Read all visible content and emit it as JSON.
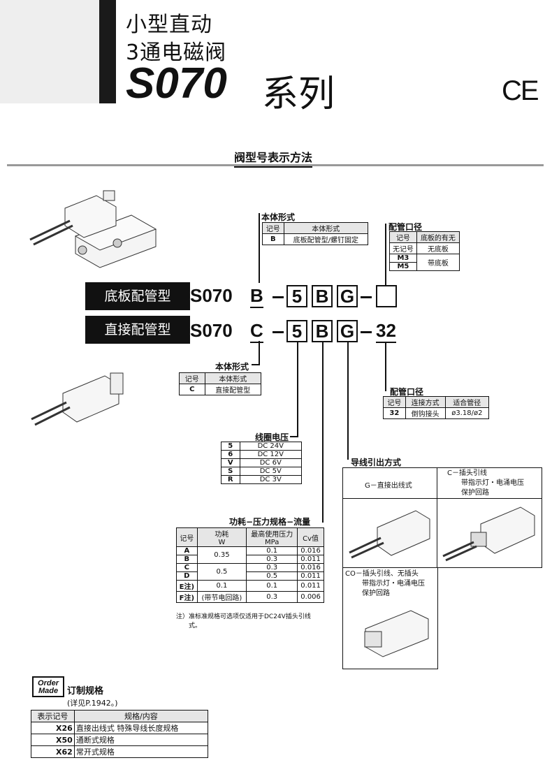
{
  "title": {
    "line1": "小型直动",
    "line2": "3通电磁阀",
    "series": "S070",
    "suffix": "系列",
    "mark": "CE"
  },
  "section": "阀型号表示方法",
  "rows": [
    {
      "label": "底板配管型",
      "model": "S070",
      "body": "B",
      "voltage": "5",
      "power": "B",
      "lead": "G",
      "port": ""
    },
    {
      "label": "直接配管型",
      "model": "S070",
      "body": "C",
      "voltage": "5",
      "power": "B",
      "lead": "G",
      "port": "32"
    }
  ],
  "body_top": {
    "title": "本体形式",
    "headers": [
      "记号",
      "本体形式"
    ],
    "rows": [
      [
        "B",
        "底板配管型/螺钉固定"
      ]
    ]
  },
  "port_top": {
    "title": "配管口径",
    "headers": [
      "记号",
      "底板的有无"
    ],
    "rows": [
      [
        "无记号",
        "无底板"
      ],
      [
        "M3",
        "带底板"
      ],
      [
        "M5",
        ""
      ]
    ]
  },
  "body_bottom": {
    "title": "本体形式",
    "headers": [
      "记号",
      "本体形式"
    ],
    "rows": [
      [
        "C",
        "直接配管型"
      ]
    ]
  },
  "port_bottom": {
    "title": "配管口径",
    "headers": [
      "记号",
      "连接方式",
      "适合管径"
    ],
    "rows": [
      [
        "32",
        "倒钩接头",
        "ø3.18/ø2"
      ]
    ]
  },
  "coil": {
    "title": "线圈电压",
    "rows": [
      [
        "5",
        "DC 24V"
      ],
      [
        "6",
        "DC 12V"
      ],
      [
        "V",
        "DC 6V"
      ],
      [
        "S",
        "DC 5V"
      ],
      [
        "R",
        "DC 3V"
      ]
    ]
  },
  "power_table": {
    "title": "功耗−压力规格−流量",
    "headers": [
      "记号",
      "功耗\nW",
      "最高使用压力\nMPa",
      "Cv值"
    ],
    "rows": [
      [
        "A",
        "0.35",
        "0.1",
        "0.016"
      ],
      [
        "B",
        "",
        "0.3",
        "0.011"
      ],
      [
        "C",
        "0.5",
        "0.3",
        "0.016"
      ],
      [
        "D",
        "",
        "0.5",
        "0.011"
      ],
      [
        "E注)",
        "0.1",
        "0.1",
        "0.011"
      ],
      [
        "F注)",
        "(带节电回路)",
        "0.3",
        "0.006"
      ]
    ],
    "note": "注）准标准规格可选项仅适用于DC24V插头引线\n　　式。"
  },
  "lead": {
    "title": "导线引出方式",
    "g": "G－直接出线式",
    "c": [
      "C－插头引线",
      "带指示灯・电涌电压",
      "保护回路"
    ],
    "co": [
      "CO－插头引线、无插头",
      "带指示灯・电涌电压",
      "保护回路"
    ]
  },
  "order": {
    "badge1": "Order",
    "badge2": "Made",
    "title": "订制规格",
    "ref": "(详见P.1942。)",
    "headers": [
      "表示记号",
      "规格/内容"
    ],
    "rows": [
      [
        "X26",
        "直接出线式  特殊导线长度规格"
      ],
      [
        "X50",
        "通断式规格"
      ],
      [
        "X62",
        "常开式规格"
      ]
    ]
  }
}
